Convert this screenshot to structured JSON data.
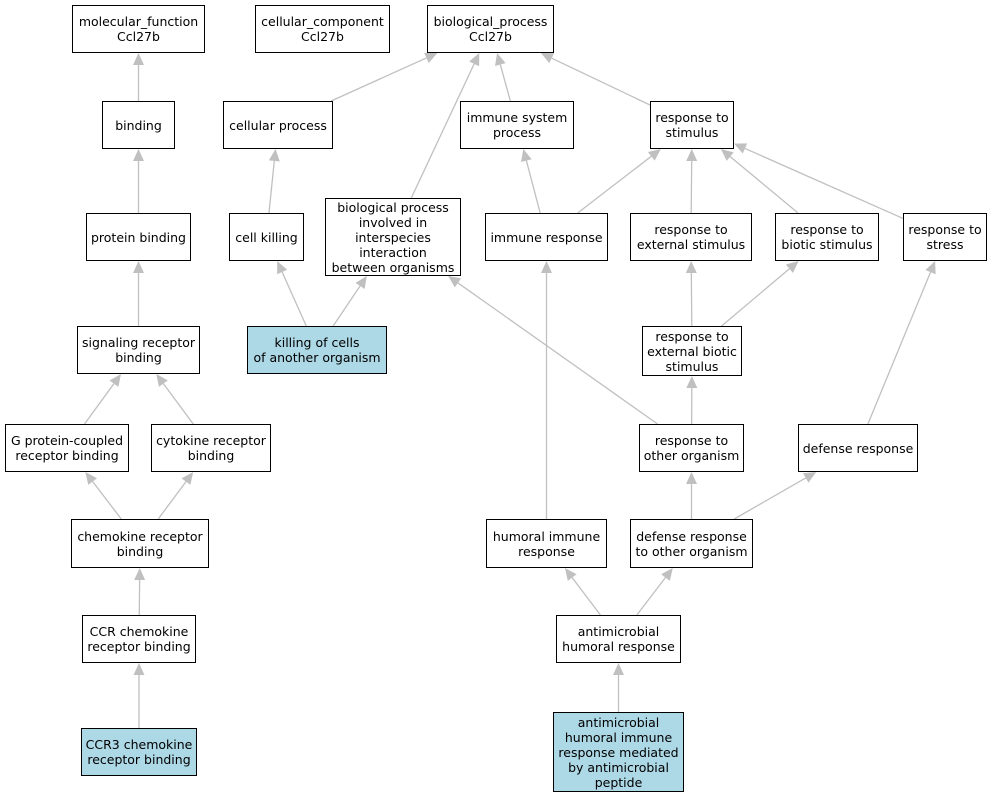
{
  "colors": {
    "edge": "#c0c0c0",
    "highlight": "#add8e6",
    "node_border": "#000000",
    "node_fill": "#ffffff"
  },
  "nodes": {
    "mf": "molecular_function\nCcl27b",
    "cc": "cellular_component\nCcl27b",
    "bp": "biological_process\nCcl27b",
    "binding": "binding",
    "cellproc": "cellular process",
    "isp": "immune system\nprocess",
    "rstim": "response to\nstimulus",
    "protbind": "protein binding",
    "cellkill": "cell killing",
    "bpinter": "biological process\ninvolved in\ninterspecies\ninteraction\nbetween organisms",
    "immresp": "immune response",
    "rext": "response to\nexternal stimulus",
    "rbio": "response to\nbiotic stimulus",
    "rstress": "response to\nstress",
    "sigrec": "signaling receptor\nbinding",
    "killcells": "killing of cells\nof another organism",
    "rextbio": "response to\nexternal biotic\nstimulus",
    "gpcr": "G protein-coupled\nreceptor binding",
    "cytrec": "cytokine receptor\nbinding",
    "rother": "response to\nother organism",
    "defresp": "defense response",
    "chemrec": "chemokine receptor\nbinding",
    "humimm": "humoral immune\nresponse",
    "defother": "defense response\nto other organism",
    "ccrchem": "CCR chemokine\nreceptor binding",
    "antihum": "antimicrobial\nhumoral response",
    "ccr3": "CCR3 chemokine\nreceptor binding",
    "antipep": "antimicrobial\nhumoral immune\nresponse mediated\nby antimicrobial\npeptide"
  },
  "highlighted": [
    "killcells",
    "ccr3",
    "antipep"
  ],
  "edges": [
    [
      "binding",
      "mf"
    ],
    [
      "protbind",
      "binding"
    ],
    [
      "sigrec",
      "protbind"
    ],
    [
      "gpcr",
      "sigrec"
    ],
    [
      "cytrec",
      "sigrec"
    ],
    [
      "chemrec",
      "gpcr"
    ],
    [
      "chemrec",
      "cytrec"
    ],
    [
      "ccrchem",
      "chemrec"
    ],
    [
      "ccr3",
      "ccrchem"
    ],
    [
      "cellproc",
      "bp"
    ],
    [
      "bpinter",
      "bp"
    ],
    [
      "isp",
      "bp"
    ],
    [
      "rstim",
      "bp"
    ],
    [
      "cellkill",
      "cellproc"
    ],
    [
      "killcells",
      "cellkill"
    ],
    [
      "killcells",
      "bpinter"
    ],
    [
      "immresp",
      "isp"
    ],
    [
      "immresp",
      "rstim"
    ],
    [
      "rext",
      "rstim"
    ],
    [
      "rbio",
      "rstim"
    ],
    [
      "rstress",
      "rstim"
    ],
    [
      "rextbio",
      "rext"
    ],
    [
      "rextbio",
      "rbio"
    ],
    [
      "rother",
      "rextbio"
    ],
    [
      "rother",
      "bpinter"
    ],
    [
      "defresp",
      "rstress"
    ],
    [
      "defother",
      "rother"
    ],
    [
      "defother",
      "defresp"
    ],
    [
      "humimm",
      "immresp"
    ],
    [
      "antihum",
      "humimm"
    ],
    [
      "antihum",
      "defother"
    ],
    [
      "antipep",
      "antihum"
    ]
  ]
}
